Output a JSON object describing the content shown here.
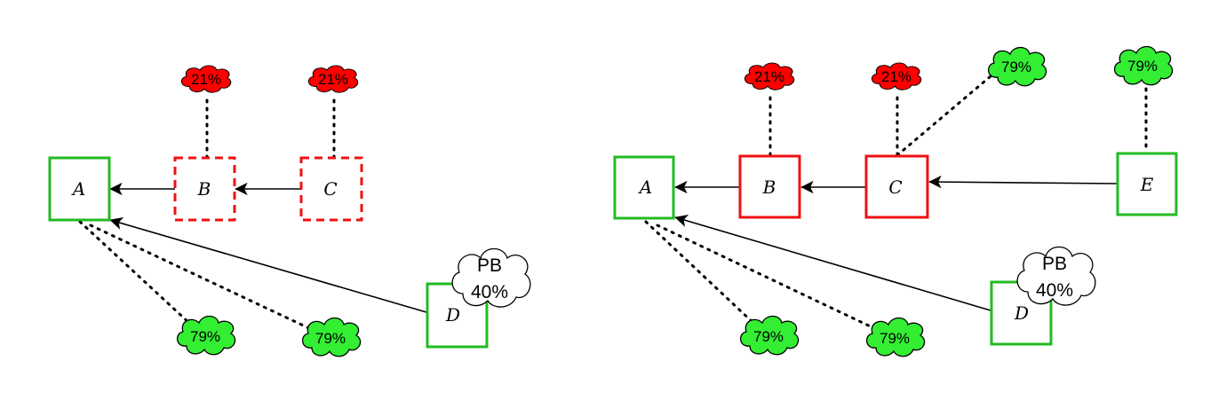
{
  "colors": {
    "green": "#22bb22",
    "red": "#ee1111",
    "green_fill": "#33ee33",
    "red_fill": "#ff0000",
    "edge": "#000000"
  },
  "left": {
    "nodes": {
      "A": {
        "label": "A",
        "status": "green",
        "style": "solid"
      },
      "B": {
        "label": "B",
        "status": "red",
        "style": "dashed"
      },
      "C": {
        "label": "C",
        "status": "red",
        "style": "dashed"
      },
      "D": {
        "label": "D",
        "status": "green",
        "style": "solid"
      }
    },
    "edges": [
      {
        "from": "B",
        "to": "A"
      },
      {
        "from": "C",
        "to": "B"
      },
      {
        "from": "D",
        "to": "A"
      }
    ],
    "clouds": {
      "b_top": "21%",
      "c_top": "21%",
      "a_low1": "79%",
      "a_low2": "79%",
      "d_pb": {
        "line1": "PB",
        "line2": "40%"
      }
    }
  },
  "right": {
    "nodes": {
      "A": {
        "label": "A",
        "status": "green",
        "style": "solid"
      },
      "B": {
        "label": "B",
        "status": "red",
        "style": "solid"
      },
      "C": {
        "label": "C",
        "status": "red",
        "style": "solid"
      },
      "D": {
        "label": "D",
        "status": "green",
        "style": "solid"
      },
      "E": {
        "label": "E",
        "status": "green",
        "style": "solid"
      }
    },
    "edges": [
      {
        "from": "B",
        "to": "A"
      },
      {
        "from": "C",
        "to": "B"
      },
      {
        "from": "E",
        "to": "C"
      },
      {
        "from": "D",
        "to": "A"
      }
    ],
    "clouds": {
      "b_top": "21%",
      "c_top": "21%",
      "c_diag": "79%",
      "e_top": "79%",
      "a_low1": "79%",
      "a_low2": "79%",
      "d_pb": {
        "line1": "PB",
        "line2": "40%"
      }
    }
  }
}
